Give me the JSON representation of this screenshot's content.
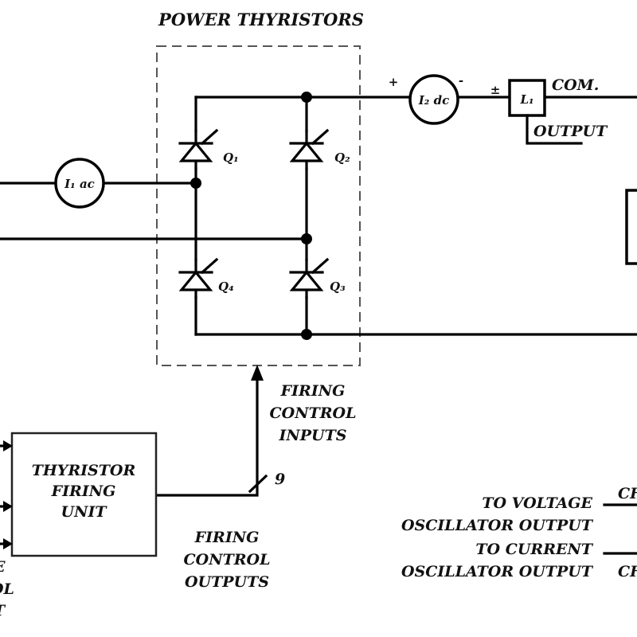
{
  "title": "POWER THYRISTORS",
  "thyristors": [
    {
      "id": "Q1",
      "label": "Q₁"
    },
    {
      "id": "Q2",
      "label": "Q₂"
    },
    {
      "id": "Q3",
      "label": "Q₃"
    },
    {
      "id": "Q4",
      "label": "Q₄"
    }
  ],
  "meters": {
    "ac": "I₁ ac",
    "dc": "I₂ dc",
    "dc_plus": "+",
    "dc_minus": "-"
  },
  "inductor": {
    "label": "L₁",
    "pm_sign": "±",
    "com": "COM.",
    "output": "OUTPUT"
  },
  "firing_unit": {
    "lines": [
      "THYRISTOR",
      "FIRING",
      "UNIT"
    ]
  },
  "firing_inputs": {
    "lines": [
      "FIRING",
      "CONTROL",
      "INPUTS"
    ],
    "bus_count": "9"
  },
  "firing_outputs": {
    "lines": [
      "FIRING",
      "CONTROL",
      "OUTPUTS"
    ]
  },
  "oscillators": {
    "voltage": [
      "TO VOLTAGE",
      "OSCILLATOR OUTPUT"
    ],
    "current": [
      "TO CURRENT",
      "OSCILLATOR OUTPUT"
    ],
    "right_labels": [
      "CH",
      "CH"
    ]
  },
  "left_fragments": [
    "E",
    "OL",
    "T"
  ]
}
